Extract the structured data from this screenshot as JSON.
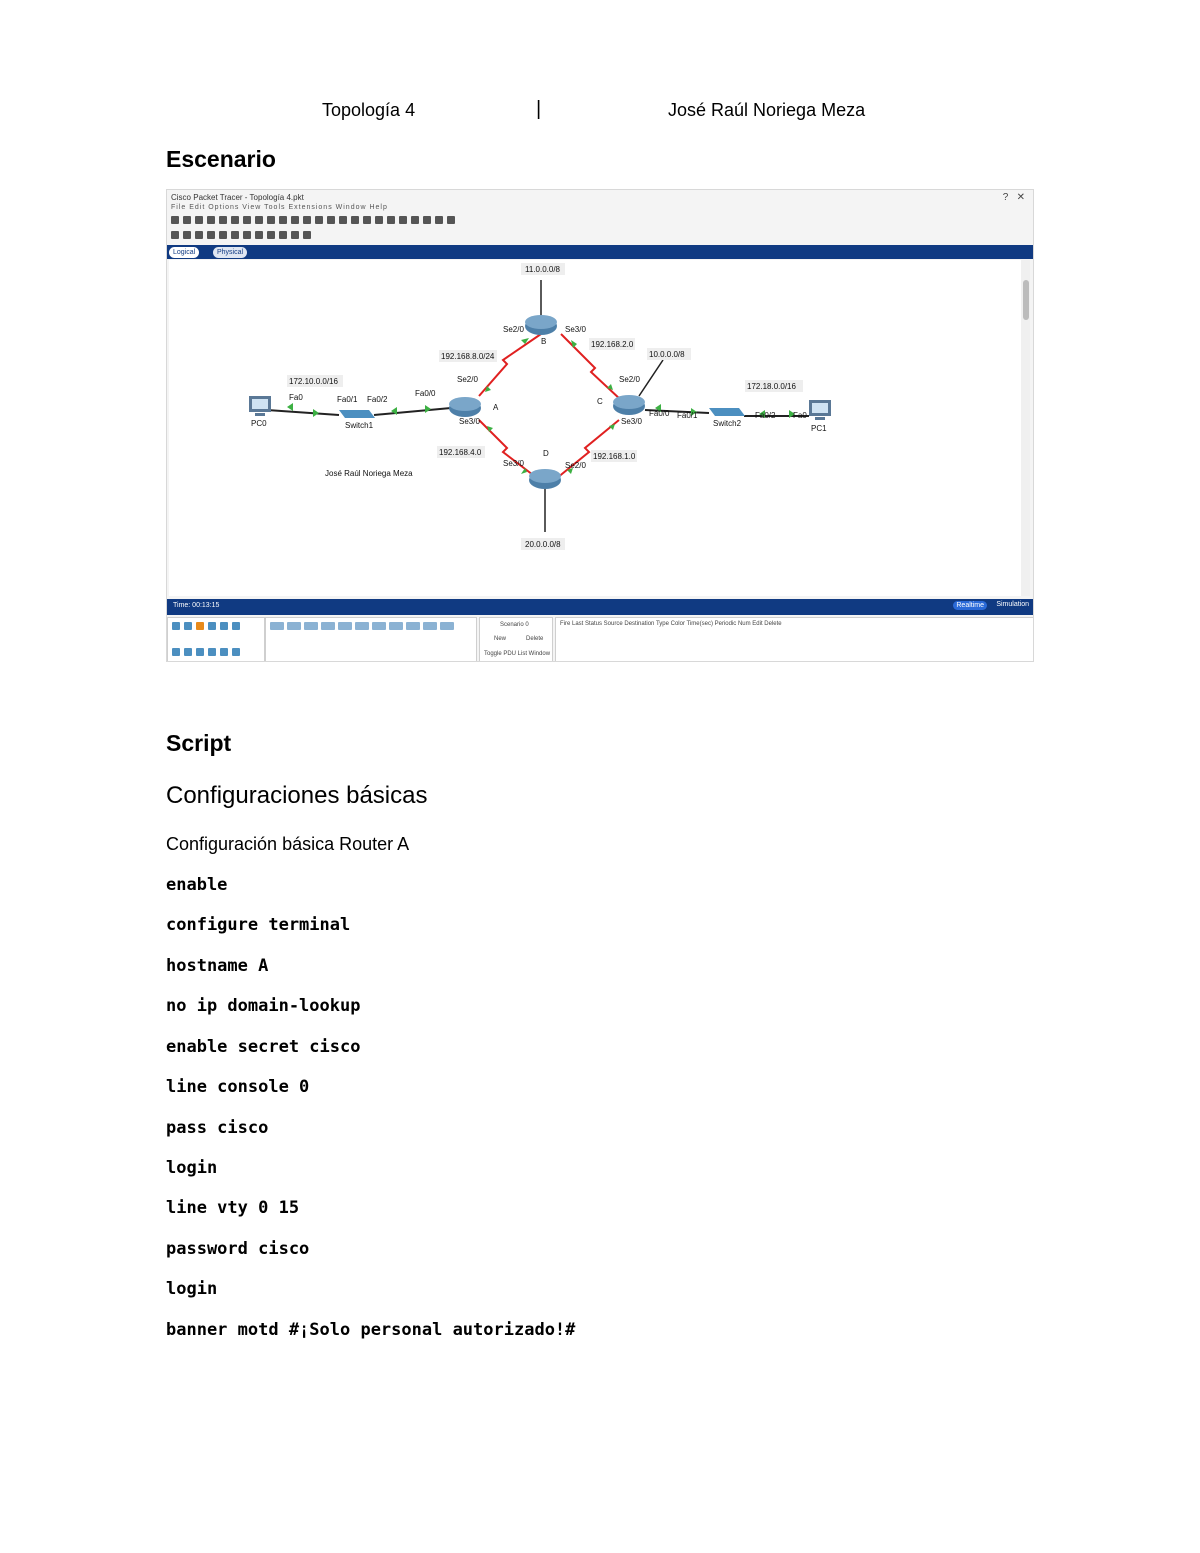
{
  "header": {
    "title": "Topología 4",
    "separator": "|",
    "author": "José Raúl Noriega Meza"
  },
  "section_escenario": "Escenario",
  "screenshot": {
    "window_title": "Cisco Packet Tracer - Topología 4.pkt",
    "menu": "File  Edit  Options  View  Tools  Extensions  Window  Help",
    "tabs": {
      "logical": "Logical",
      "physical": "Physical"
    },
    "network_labels": {
      "net_11": "11.0.0.0/8",
      "net_192_8": "192.168.8.0/24",
      "net_192_mid": "192.168.2.0",
      "net_10": "10.0.0.0/8",
      "net_172_10": "172.10.0.0/16",
      "net_172_18": "172.18.0.0/16",
      "net_192_4": "192.168.4.0",
      "net_192_1": "192.168.1.0",
      "net_20": "20.0.0.0/8",
      "author_note": "José Raúl Noriega Meza"
    },
    "devices": {
      "router_a": "A",
      "router_b": "B",
      "router_c": "C",
      "router_d": "D",
      "switch1": "Switch1",
      "switch2": "Switch2",
      "pc0": "PC0",
      "pc1": "PC1"
    },
    "ports": {
      "b_se2": "Se2/0",
      "b_se3": "Se3/0",
      "a_se2": "Se2/0",
      "a_se3": "Se3/0",
      "a_fa0": "Fa0/0",
      "c_se2": "Se2/0",
      "c_se3": "Se3/0",
      "c_fa0": "Fa0/0",
      "d_se3": "Se3/0",
      "d_se2": "Se2/0",
      "sw1_fa1": "Fa0/1",
      "sw1_fa2": "Fa0/2",
      "pc0_fa0": "Fa0",
      "sw2_fa1": "Fa0/1",
      "sw2_fa2": "Fa0/2",
      "pc1_fa0": "Fa0"
    },
    "time": "Time: 00:13:15",
    "realtime": "Realtime",
    "simulation": "Simulation",
    "scenario_select": "Scenario 0",
    "new_btn": "New",
    "delete_btn": "Delete",
    "toggle_pdu": "Toggle PDU List Window",
    "pdu_columns": "Fire  Last Status  Source  Destination  Type  Color  Time(sec)  Periodic  Num  Edit  Delete"
  },
  "section_script": "Script",
  "subtitle": "Configuraciones básicas",
  "config_label": "Configuración básica Router A",
  "commands": [
    "enable",
    "configure terminal",
    "hostname A",
    "no ip domain-lookup",
    "enable secret cisco",
    "line console 0",
    "pass cisco",
    "login",
    "line vty 0 15",
    "password cisco",
    "login",
    "banner motd #¡Solo personal autorizado!#"
  ],
  "colors": {
    "serial_link": "#e02020",
    "ethernet_link": "#222222",
    "link_indicator": "#3cb043",
    "pt_bar": "#103a82"
  }
}
